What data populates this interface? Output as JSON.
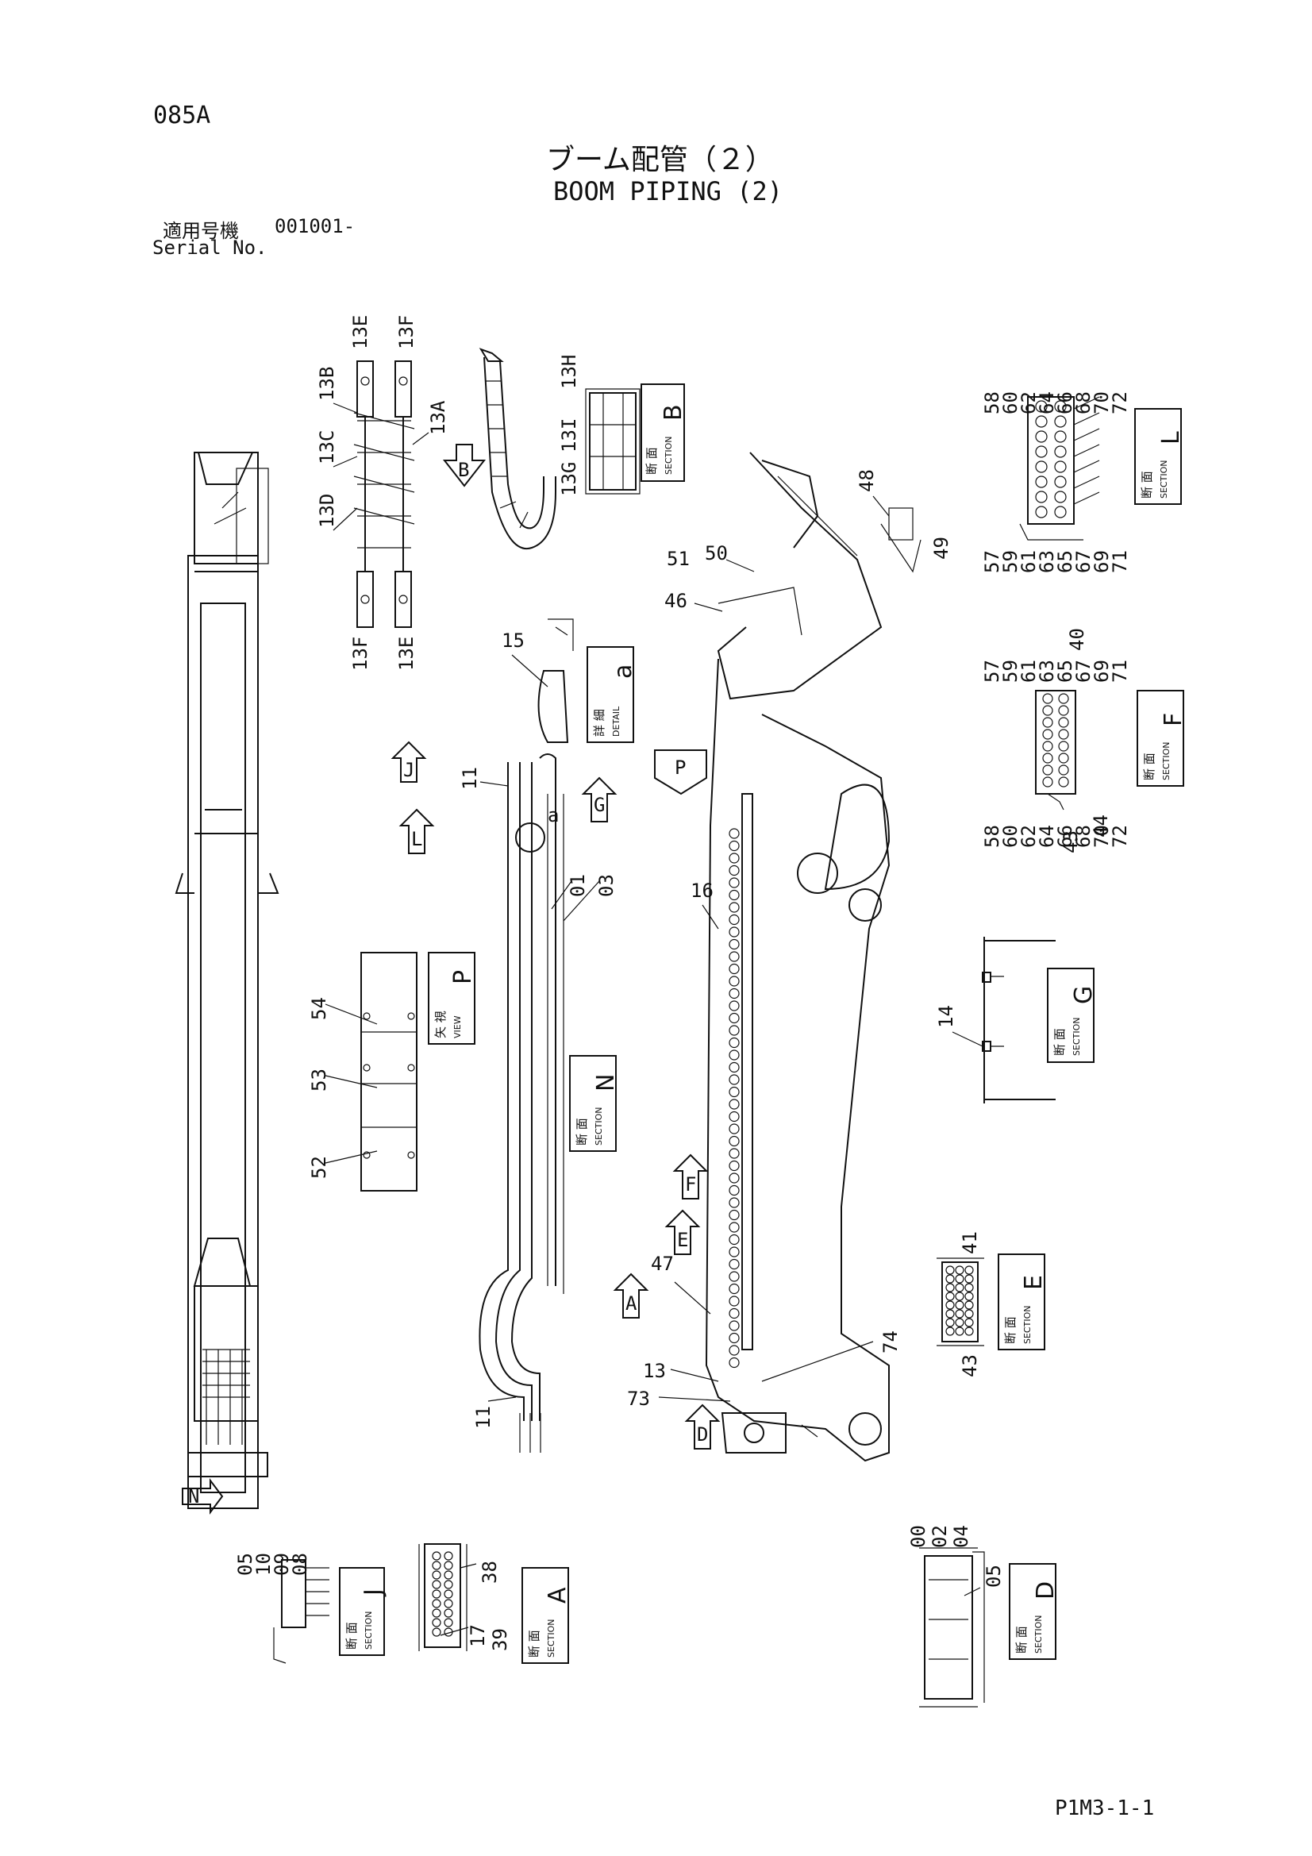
{
  "header": {
    "code": "085A",
    "title_jp": "ブーム配管（２）",
    "title_en": "BOOM PIPING (2)",
    "serial_jp": "適用号機",
    "serial_value": "001001-",
    "serial_en": "Serial No."
  },
  "footer": {
    "page_code": "P1M3-1-1"
  },
  "sections": {
    "B": {
      "word": "SECTION",
      "kanji": "断 面",
      "letter": "B"
    },
    "L": {
      "word": "SECTION",
      "kanji": "断 面",
      "letter": "L"
    },
    "F": {
      "word": "SECTION",
      "kanji": "断 面",
      "letter": "F"
    },
    "G": {
      "word": "SECTION",
      "kanji": "断 面",
      "letter": "G"
    },
    "E": {
      "word": "SECTION",
      "kanji": "断 面",
      "letter": "E"
    },
    "D": {
      "word": "SECTION",
      "kanji": "断 面",
      "letter": "D"
    },
    "N": {
      "word": "SECTION",
      "kanji": "断 面",
      "letter": "N"
    },
    "J": {
      "word": "SECTION",
      "kanji": "断 面",
      "letter": "J"
    },
    "A": {
      "word": "SECTION",
      "kanji": "断 面",
      "letter": "A"
    },
    "P": {
      "word": "VIEW",
      "kanji": "矢 視",
      "letter": "P"
    },
    "a": {
      "word": "DETAIL",
      "kanji": "詳 細",
      "letter": "a"
    }
  },
  "arrows": [
    "B",
    "J",
    "L",
    "G",
    "P",
    "F",
    "E",
    "A",
    "D",
    "N"
  ],
  "part_labels": {
    "chain": [
      "13E",
      "13F",
      "13B",
      "13C",
      "13D",
      "13A",
      "13F",
      "13E"
    ],
    "section_b": [
      "13H",
      "13I",
      "13G"
    ],
    "section_l_top": [
      "58",
      "60",
      "62",
      "64",
      "66",
      "68",
      "70",
      "72"
    ],
    "section_l_bottom": [
      "57",
      "59",
      "61",
      "63",
      "65",
      "67",
      "69",
      "71"
    ],
    "section_f_top": [
      "57",
      "59",
      "61",
      "63",
      "65",
      "67",
      "69",
      "71"
    ],
    "section_f_bottom": [
      "58",
      "60",
      "62",
      "64",
      "66",
      "68",
      "70",
      "72"
    ],
    "section_f_extra": [
      "40",
      "43",
      "44"
    ],
    "boom_top": [
      "48",
      "49",
      "50",
      "51",
      "46"
    ],
    "detail_a": [
      "15"
    ],
    "section_n": [
      "11",
      "01",
      "03",
      "11"
    ],
    "boom_side": [
      "16",
      "47",
      "13",
      "73",
      "74"
    ],
    "view_p": [
      "54",
      "53",
      "52"
    ],
    "section_g": [
      "14"
    ],
    "section_e": [
      "41",
      "43"
    ],
    "section_j": [
      "05",
      "10",
      "09",
      "08"
    ],
    "section_a": [
      "38",
      "17",
      "39"
    ],
    "section_d": [
      "00",
      "02",
      "04",
      "05"
    ],
    "detail_letter": "a"
  }
}
